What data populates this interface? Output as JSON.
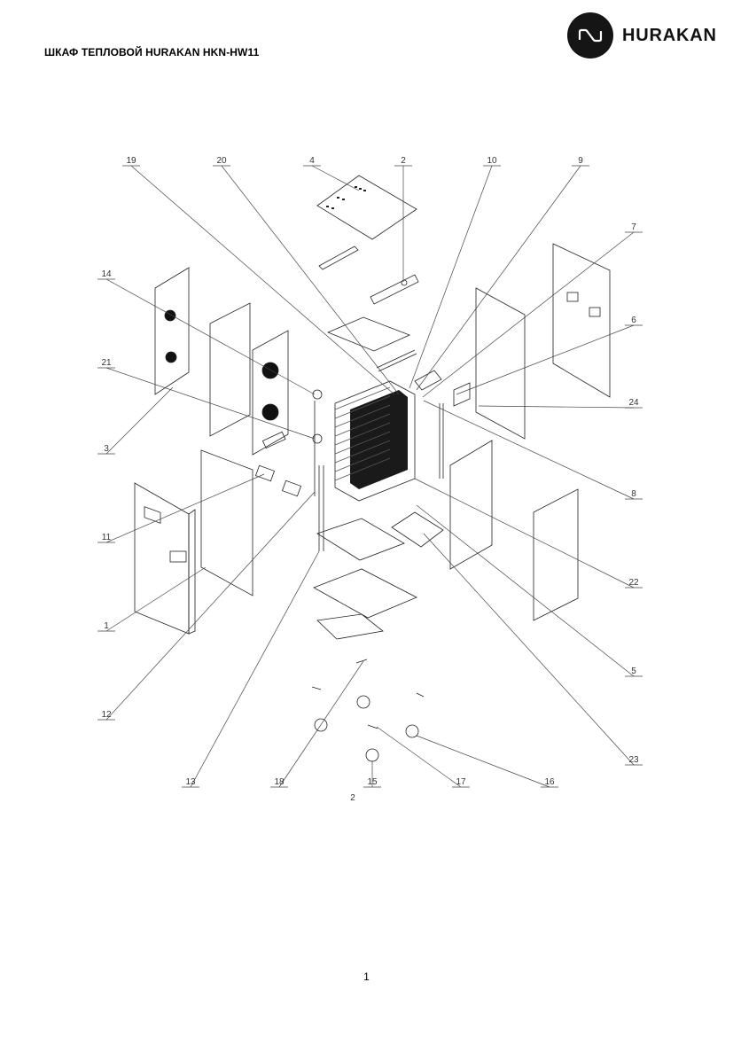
{
  "header": {
    "title": "ШКАФ ТЕПЛОВОЙ HURAKAN HKN-HW11",
    "brand": "HURAKAN",
    "logo_icon": "hurakan-wave-logo-icon"
  },
  "diagram": {
    "callouts": [
      "19",
      "20",
      "4",
      "2",
      "10",
      "9",
      "7",
      "14",
      "6",
      "21",
      "24",
      "3",
      "8",
      "11",
      "22",
      "1",
      "5",
      "12",
      "23",
      "13",
      "18",
      "15",
      "17",
      "16"
    ],
    "extra_label": "2"
  },
  "footer": {
    "page_number": "1"
  }
}
